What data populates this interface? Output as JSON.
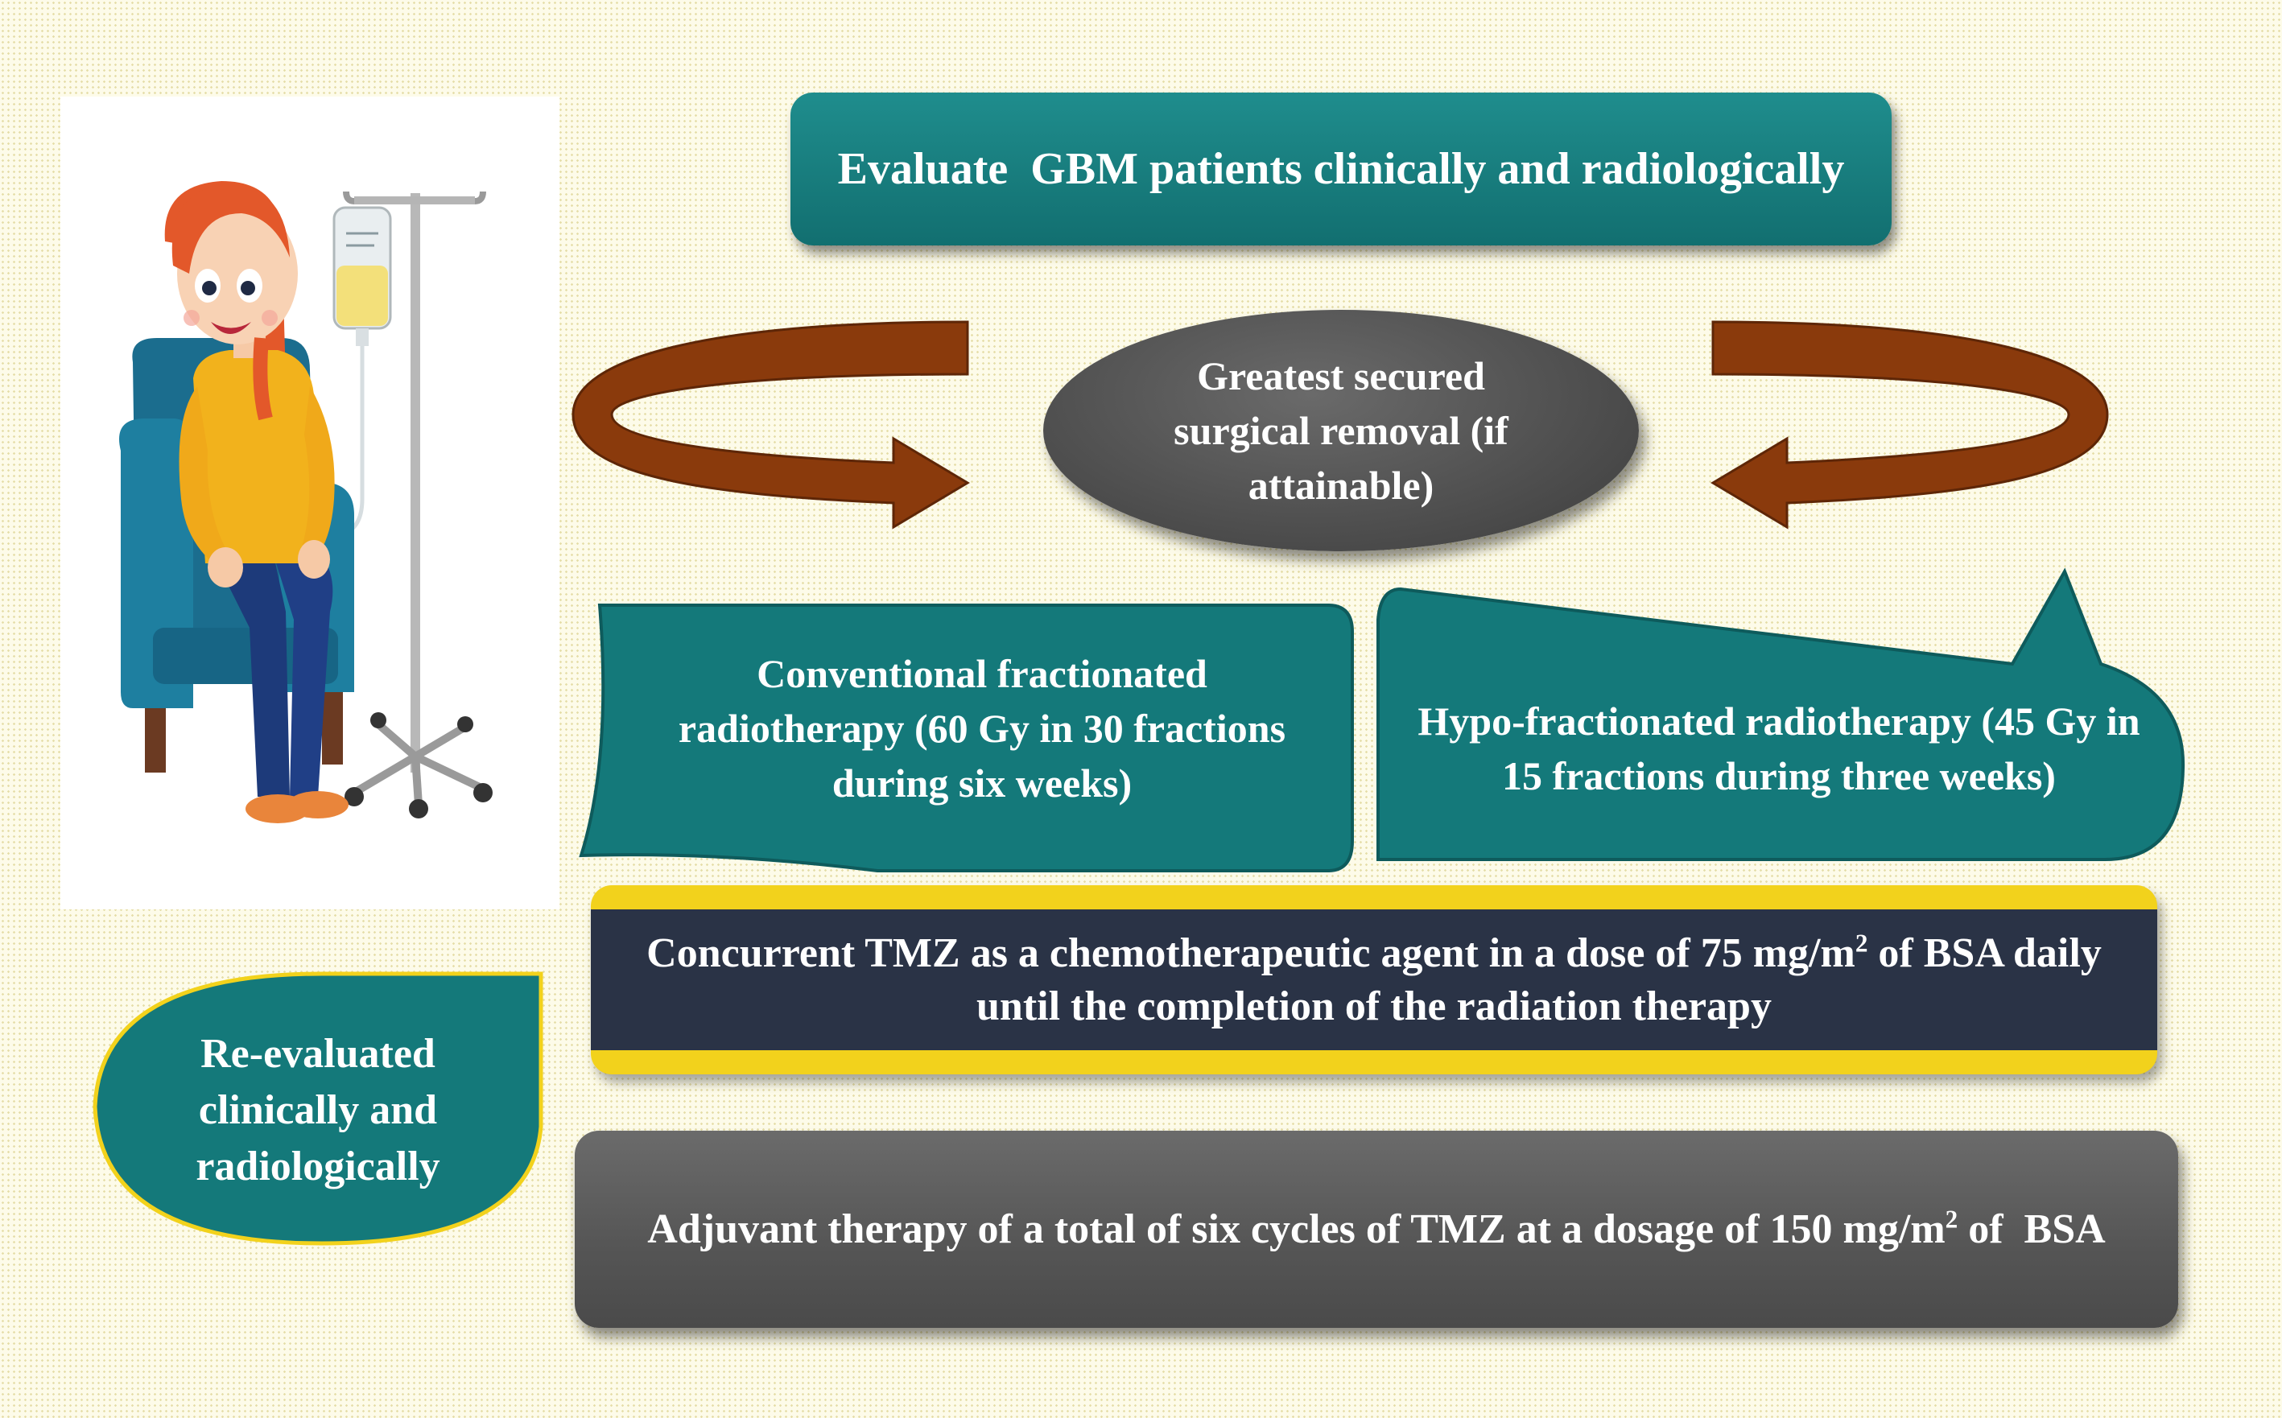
{
  "boxes": {
    "evaluate": "Evaluate  GBM patients clinically and radiologically",
    "surgery_line1": "Greatest secured",
    "surgery_line2": "surgical removal (if",
    "surgery_line3": "attainable)",
    "conventional_line1": "Conventional fractionated",
    "conventional_line2": "radiotherapy (60 Gy in 30 fractions",
    "conventional_line3": "during six weeks)",
    "hypo_line1": "Hypo-fractionated radiotherapy (45 Gy in",
    "hypo_line2": "15 fractions during three weeks)",
    "concurrent_line1_pre": "Concurrent TMZ as a chemotherapeutic agent in a dose of 75 mg/m",
    "concurrent_sup": "2",
    "concurrent_line1_post": " of BSA daily",
    "concurrent_line2": "until the completion of the radiation therapy",
    "reevaluated_line1": "Re-evaluated",
    "reevaluated_line2": "clinically and",
    "reevaluated_line3": "radiologically",
    "adjuvant_pre": "Adjuvant therapy of a total of six cycles of TMZ at a dosage of 150 mg/m",
    "adjuvant_sup": "2",
    "adjuvant_post": " of  BSA"
  },
  "colors": {
    "teal": "#14797a",
    "dark_gray": "#4d4d4d",
    "navy": "#2a3346",
    "yellow": "#f2d21c",
    "arrow_brown": "#8a3a0c"
  }
}
